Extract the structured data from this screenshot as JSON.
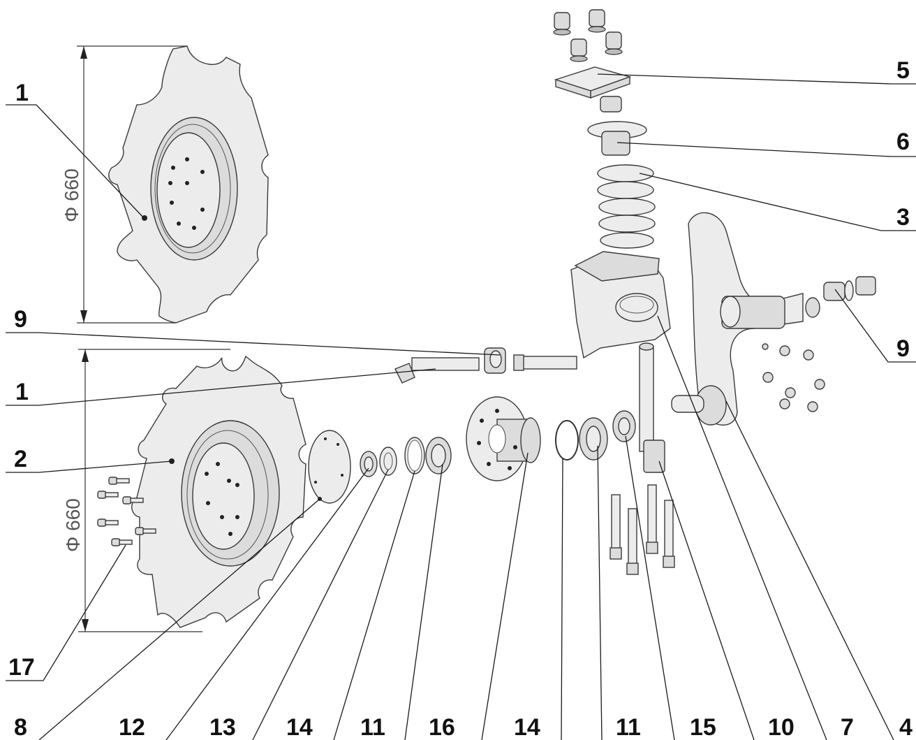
{
  "dimensions": {
    "top_disc": "Φ 660",
    "bottom_disc": "Φ 660"
  },
  "callouts": {
    "c1_top": "1",
    "c5": "5",
    "c6": "6",
    "c3": "3",
    "c9_left": "9",
    "c9_right": "9",
    "c1_mid": "1",
    "c2": "2",
    "c17": "17",
    "bottom_row": [
      "8",
      "12",
      "13",
      "14",
      "11",
      "16",
      "14",
      "11",
      "15",
      "10",
      "7",
      "4"
    ]
  }
}
